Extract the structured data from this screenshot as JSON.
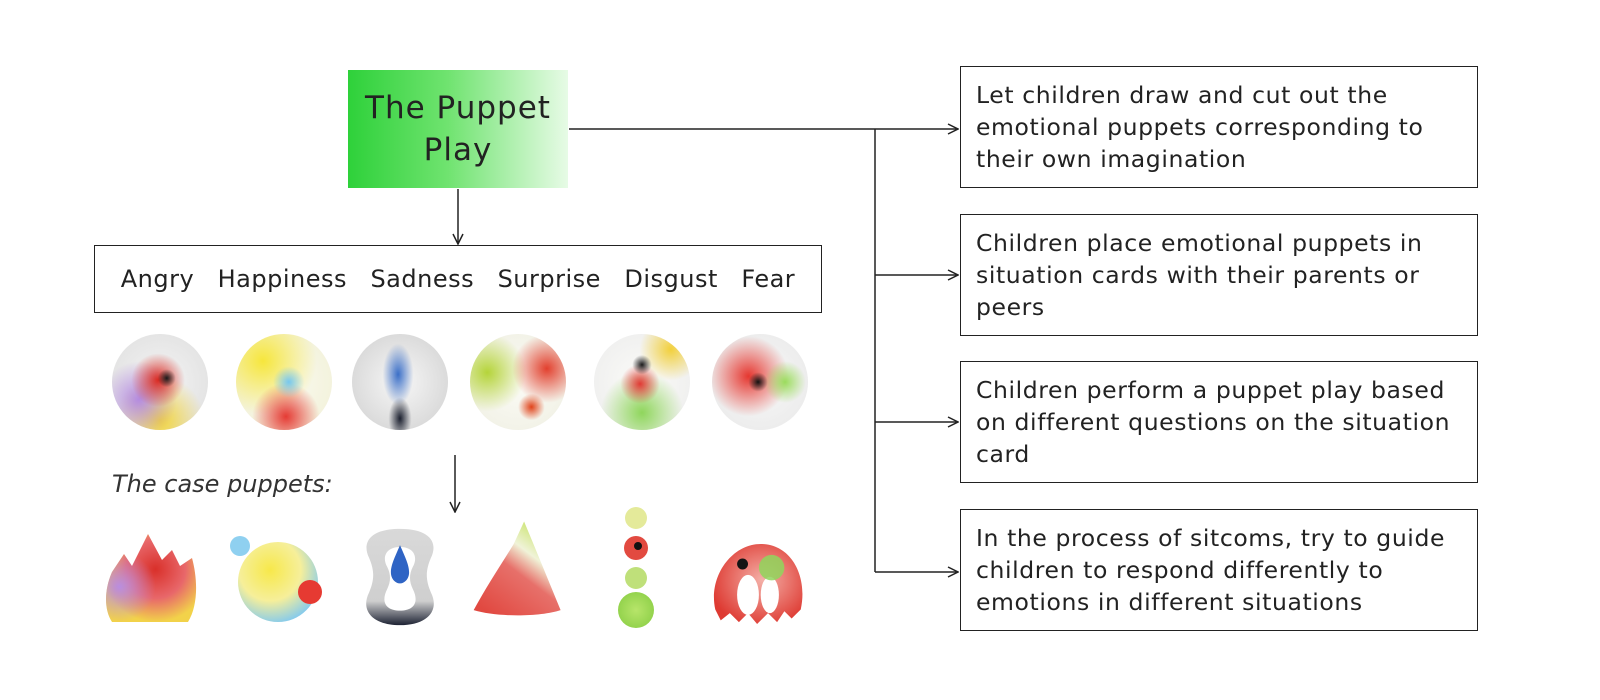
{
  "title": "The Puppet Play",
  "emotions": [
    "Angry",
    "Happiness",
    "Sadness",
    "Surprise",
    "Disgust",
    "Fear"
  ],
  "case_label": "The case puppets:",
  "steps": [
    "Let children draw and cut out the emotional puppets corresponding to their own imagination",
    "Children place emotional puppets in situation cards with their parents or peers",
    "Children perform a puppet play based on different questions on the situation card",
    "In the process of sitcoms, try to guide children to respond differently to emotions in different situations"
  ],
  "colors": {
    "title_green": "#2ed13a",
    "angry_red": "#d92a22",
    "happy_yellow": "#f6e63c",
    "sad_blue": "#3b6fc7",
    "disgust_green": "#8fd65c",
    "line": "#222222"
  }
}
